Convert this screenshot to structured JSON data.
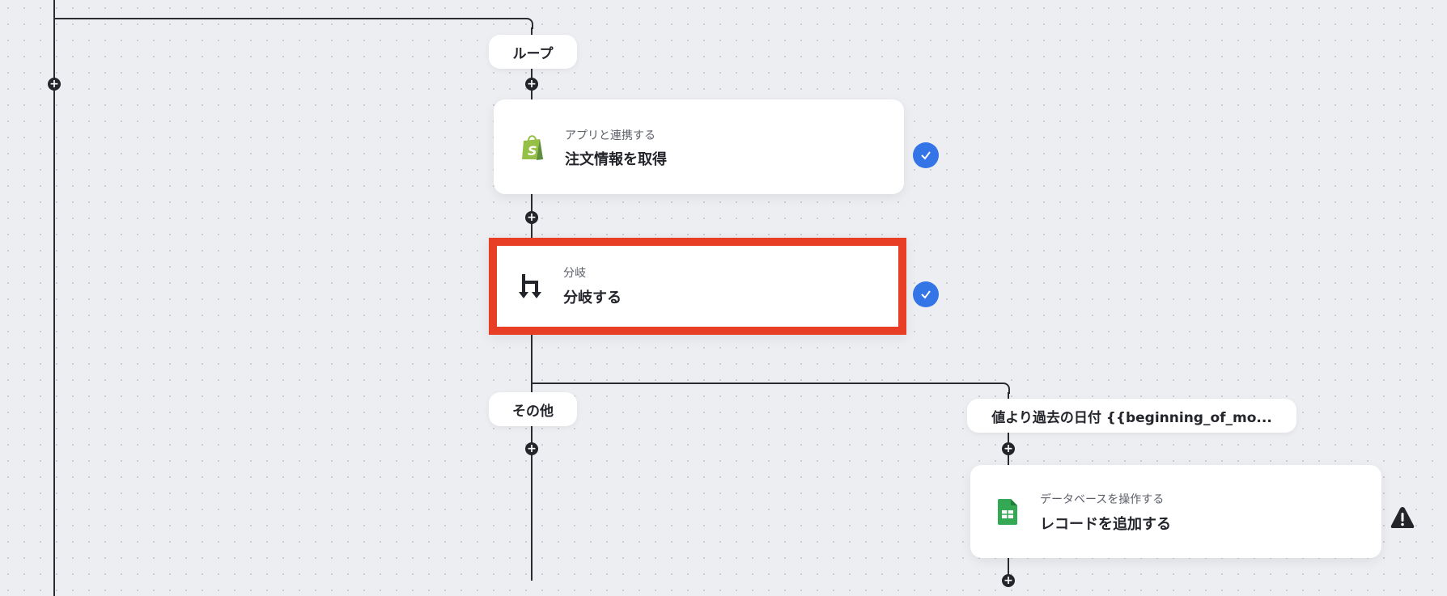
{
  "nodes": {
    "loop_label": "ループ",
    "shopify": {
      "subtitle": "アプリと連携する",
      "title": "注文情報を取得",
      "icon": "shopify-icon",
      "status": "complete"
    },
    "branch": {
      "subtitle": "分岐",
      "title": "分岐する",
      "icon": "branch-icon",
      "status": "complete",
      "highlight_color": "#e83e25"
    },
    "other_label": "その他",
    "condition_label": "値より過去の日付 {{beginning_of_mo...",
    "sheets": {
      "subtitle": "データベースを操作する",
      "title": "レコードを追加する",
      "icon": "google-sheets-icon",
      "status": "warning"
    }
  },
  "colors": {
    "check": "#3374e6",
    "highlight": "#e83e25",
    "shopify": "#95bf47",
    "sheets": "#34a853"
  }
}
